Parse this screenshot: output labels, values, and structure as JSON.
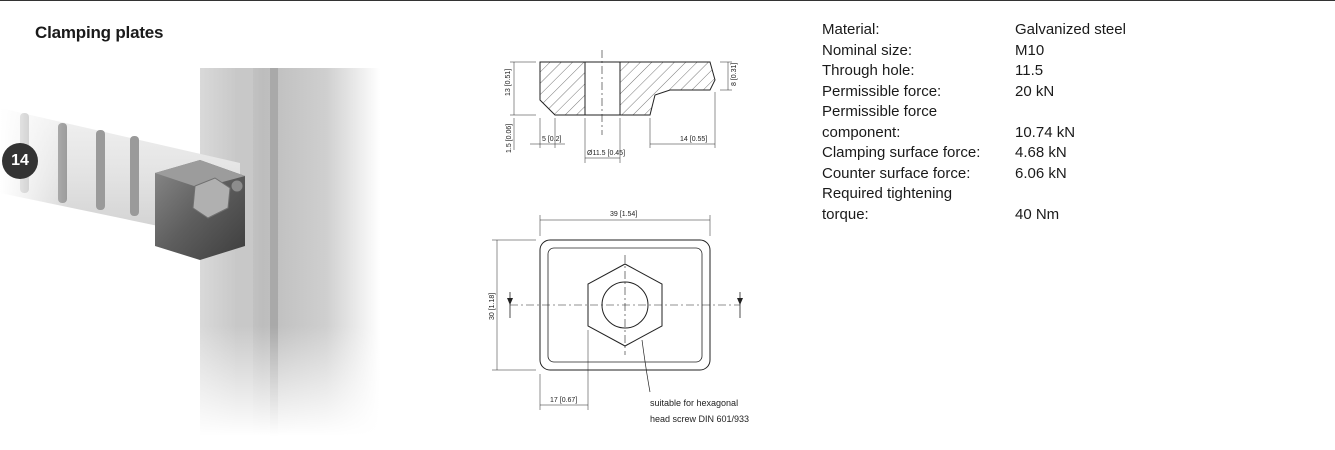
{
  "section": {
    "title": "Clamping plates",
    "item_badge": "14"
  },
  "drawing": {
    "dim_height_top": "13",
    "dim_height_top_in": "0.51",
    "dim_step": "8",
    "dim_step_in": "0.31",
    "dim_offset": "5",
    "dim_offset_in": "0.2",
    "dim_small": "1.5",
    "dim_small_in": "0.06",
    "dim_hole": "Ø11.5",
    "dim_hole_in": "0.45",
    "dim_right": "14",
    "dim_right_in": "0.55",
    "dim_width": "39",
    "dim_width_in": "1.54",
    "dim_height": "30",
    "dim_height_in": "1.18",
    "dim_bottom": "17",
    "dim_bottom_in": "0.67",
    "note_line1": "suitable for hexagonal",
    "note_line2": "head screw DIN 601/933"
  },
  "specs": [
    {
      "label": "Material:",
      "value": "Galvanized steel"
    },
    {
      "label": "Nominal size:",
      "value": "M10"
    },
    {
      "label": "Through hole:",
      "value": "11.5"
    },
    {
      "label": "Permissible force:",
      "value": "20 kN"
    },
    {
      "label": "Permissible force",
      "value": ""
    },
    {
      "label": "component:",
      "value": "10.74 kN"
    },
    {
      "label": "Clamping surface force:",
      "value": "4.68 kN"
    },
    {
      "label": "Counter surface force:",
      "value": "6.06 kN"
    },
    {
      "label": "Required tightening",
      "value": ""
    },
    {
      "label": "torque:",
      "value": "40 Nm"
    }
  ]
}
